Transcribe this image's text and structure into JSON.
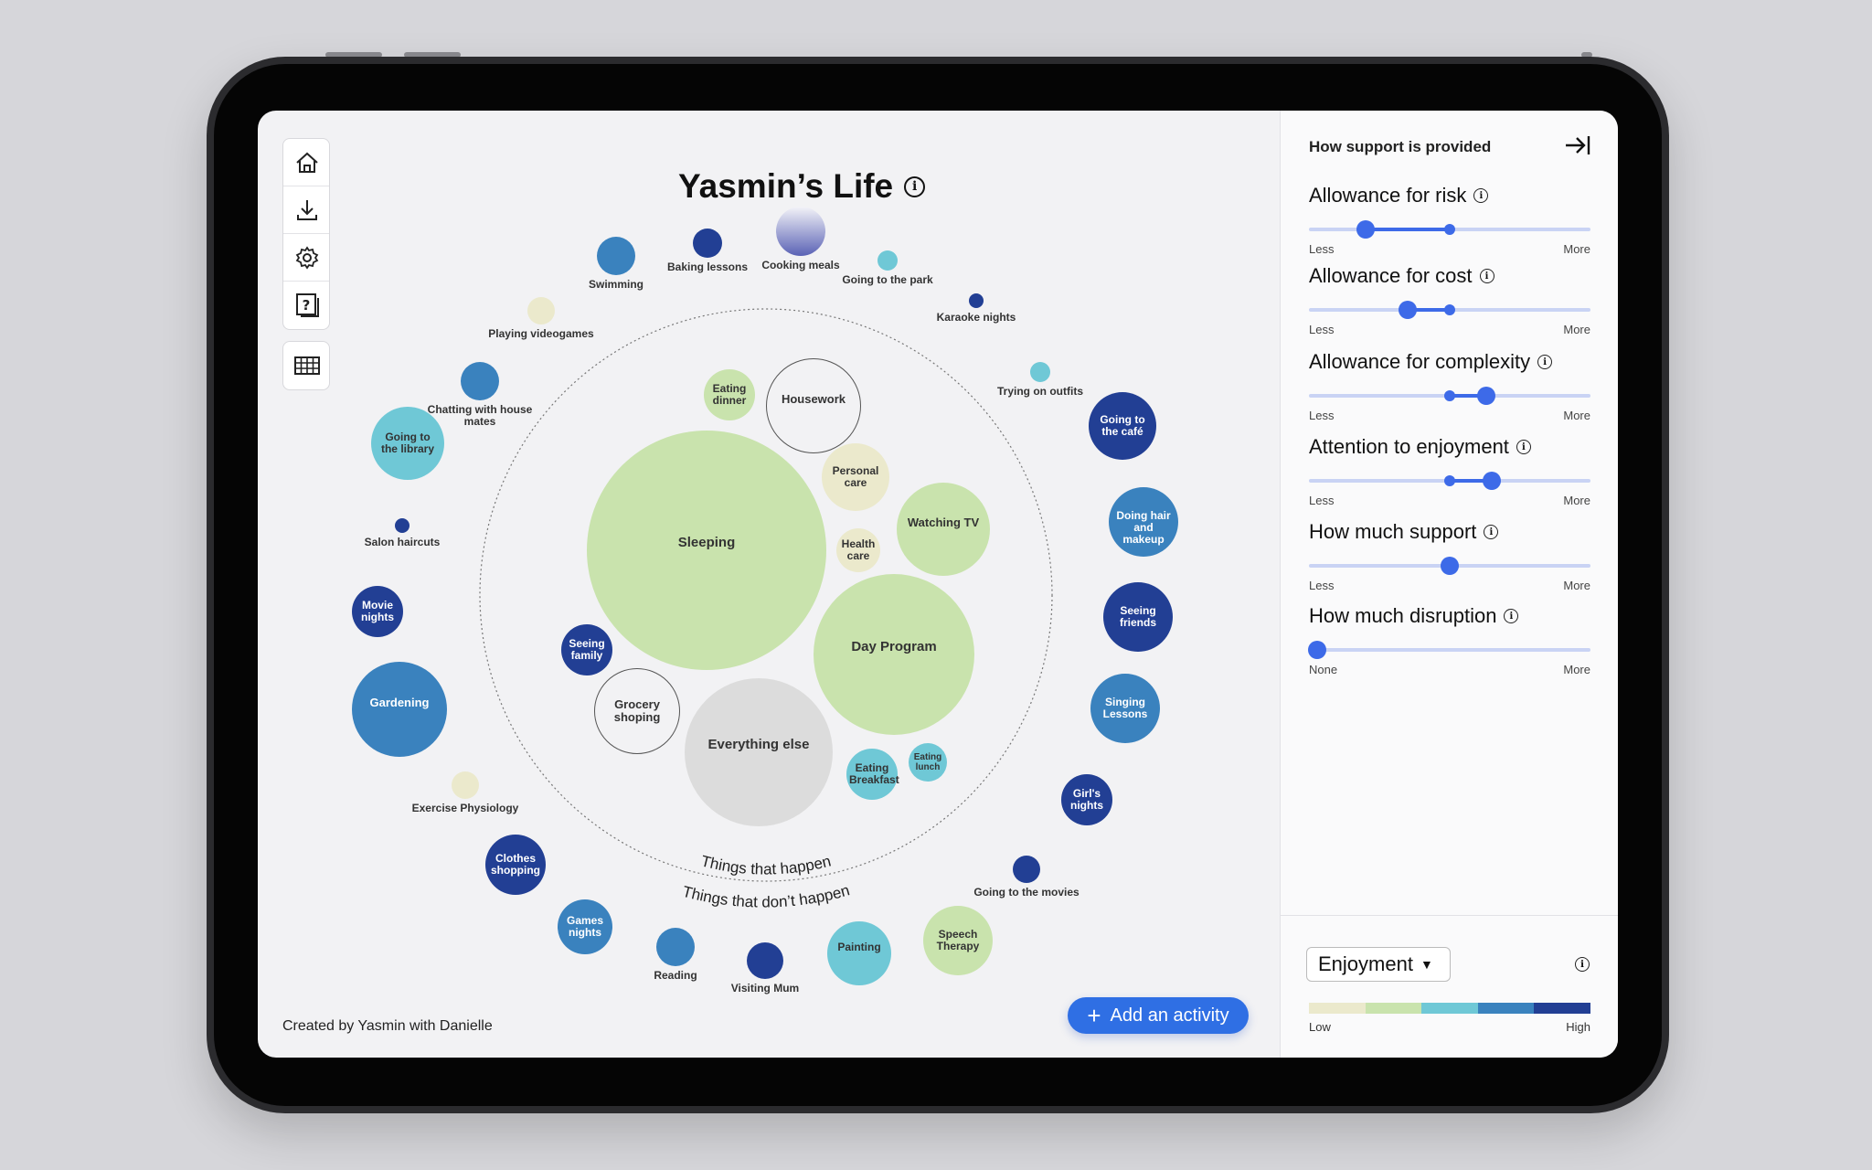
{
  "title": "Yasmin’s Life",
  "credit": "Created by Yasmin with Danielle",
  "add_button": "Add an activity",
  "ring_labels": {
    "inner": "Things that happen",
    "outer": "Things that don’t happen"
  },
  "colors": {
    "accent": "#3d6ae8",
    "level1": "#ebe9cc",
    "level2": "#c9e3ad",
    "level3": "#6fc8d6",
    "level4": "#3a82be",
    "level5": "#223f94",
    "neutral": "#dcdcdc"
  },
  "toolbar": [
    "home-icon",
    "download-icon",
    "gear-icon",
    "help-icon",
    "grid-icon"
  ],
  "activities_inside": [
    {
      "label": "Sleeping",
      "color": "level2"
    },
    {
      "label": "Housework",
      "color": "none"
    },
    {
      "label": "Eating dinner",
      "color": "level2"
    },
    {
      "label": "Personal care",
      "color": "level1"
    },
    {
      "label": "Watching TV",
      "color": "level2"
    },
    {
      "label": "Health care",
      "color": "level1"
    },
    {
      "label": "Day Program",
      "color": "level2"
    },
    {
      "label": "Seeing family",
      "color": "level5"
    },
    {
      "label": "Grocery shoping",
      "color": "none"
    },
    {
      "label": "Everything else",
      "color": "neutral"
    },
    {
      "label": "Eating Breakfast",
      "color": "level3"
    },
    {
      "label": "Eating lunch",
      "color": "level3"
    }
  ],
  "activities_outside": [
    {
      "label": "Swimming",
      "color": "level4"
    },
    {
      "label": "Baking lessons",
      "color": "level5"
    },
    {
      "label": "Cooking meals",
      "color": "level5"
    },
    {
      "label": "Going to the park",
      "color": "level3"
    },
    {
      "label": "Karaoke nights",
      "color": "level5"
    },
    {
      "label": "Trying on outfits",
      "color": "level3"
    },
    {
      "label": "Going to the café",
      "color": "level5"
    },
    {
      "label": "Doing hair and makeup",
      "color": "level4"
    },
    {
      "label": "Seeing friends",
      "color": "level5"
    },
    {
      "label": "Singing Lessons",
      "color": "level4"
    },
    {
      "label": "Girl's nights",
      "color": "level5"
    },
    {
      "label": "Going to the movies",
      "color": "level5"
    },
    {
      "label": "Speech Therapy",
      "color": "level2"
    },
    {
      "label": "Painting",
      "color": "level3"
    },
    {
      "label": "Visiting Mum",
      "color": "level5"
    },
    {
      "label": "Reading",
      "color": "level4"
    },
    {
      "label": "Games nights",
      "color": "level4"
    },
    {
      "label": "Clothes shopping",
      "color": "level5"
    },
    {
      "label": "Exercise Physiology",
      "color": "level1"
    },
    {
      "label": "Gardening",
      "color": "level4"
    },
    {
      "label": "Movie nights",
      "color": "level5"
    },
    {
      "label": "Salon haircuts",
      "color": "level5"
    },
    {
      "label": "Going to the library",
      "color": "level3"
    },
    {
      "label": "Chatting with house mates",
      "color": "level4"
    },
    {
      "label": "Playing videogames",
      "color": "level1"
    }
  ],
  "panel": {
    "heading": "How support is provided",
    "sliders": [
      {
        "label": "Allowance for risk",
        "min_label": "Less",
        "max_label": "More",
        "value": [
          0.2,
          0.5
        ]
      },
      {
        "label": "Allowance for cost",
        "min_label": "Less",
        "max_label": "More",
        "value": [
          0.35,
          0.5
        ]
      },
      {
        "label": "Allowance for complexity",
        "min_label": "Less",
        "max_label": "More",
        "value": [
          0.5,
          0.63
        ]
      },
      {
        "label": "Attention to enjoyment",
        "min_label": "Less",
        "max_label": "More",
        "value": [
          0.5,
          0.65
        ]
      },
      {
        "label": "How much support",
        "min_label": "Less",
        "max_label": "More",
        "value": [
          0.5
        ]
      },
      {
        "label": "How much disruption",
        "min_label": "None",
        "max_label": "More",
        "value": [
          0.03
        ]
      }
    ],
    "legend": {
      "selected": "Enjoyment",
      "low": "Low",
      "high": "High"
    }
  }
}
